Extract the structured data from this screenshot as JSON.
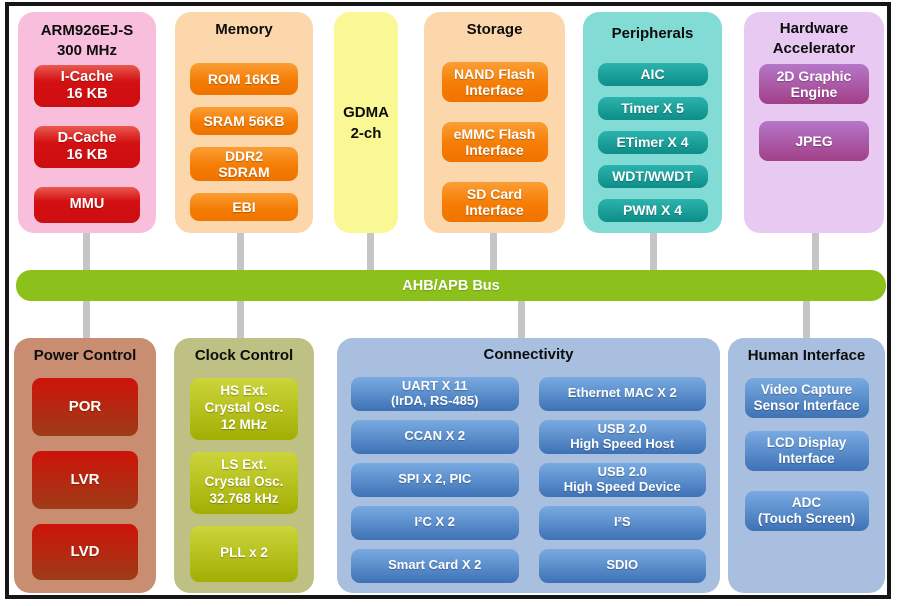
{
  "diagram": {
    "cpu": {
      "title": "ARM926EJ-S\n300 MHz",
      "blocks": [
        {
          "label": "I-Cache\n16 KB"
        },
        {
          "label": "D-Cache\n16 KB"
        },
        {
          "label": "MMU"
        }
      ]
    },
    "memory": {
      "title": "Memory",
      "blocks": [
        {
          "label": "ROM 16KB"
        },
        {
          "label": "SRAM 56KB"
        },
        {
          "label": "DDR2\nSDRAM"
        },
        {
          "label": "EBI"
        }
      ]
    },
    "gdma": {
      "label": "GDMA\n2-ch"
    },
    "storage": {
      "title": "Storage",
      "blocks": [
        {
          "label": "NAND Flash\nInterface"
        },
        {
          "label": "eMMC Flash\nInterface"
        },
        {
          "label": "SD Card\nInterface"
        }
      ]
    },
    "peripherals": {
      "title": "Peripherals",
      "blocks": [
        {
          "label": "AIC"
        },
        {
          "label": "Timer X 5"
        },
        {
          "label": "ETimer X 4"
        },
        {
          "label": "WDT/WWDT"
        },
        {
          "label": "PWM X 4"
        }
      ]
    },
    "hw_accel": {
      "title": "Hardware\nAccelerator",
      "blocks": [
        {
          "label": "2D Graphic\nEngine"
        },
        {
          "label": "JPEG"
        }
      ]
    },
    "bus": {
      "label": "AHB/APB Bus"
    },
    "power": {
      "title": "Power Control",
      "blocks": [
        {
          "label": "POR"
        },
        {
          "label": "LVR"
        },
        {
          "label": "LVD"
        }
      ]
    },
    "clock": {
      "title": "Clock Control",
      "blocks": [
        {
          "label": "HS Ext.\nCrystal Osc.\n12 MHz"
        },
        {
          "label": "LS Ext.\nCrystal Osc.\n32.768 kHz"
        },
        {
          "label": "PLL x 2"
        }
      ]
    },
    "connectivity": {
      "title": "Connectivity",
      "left": [
        {
          "label": "UART X 11\n(IrDA, RS-485)"
        },
        {
          "label": "CCAN X 2"
        },
        {
          "label": "SPI X 2, PIC"
        },
        {
          "label": "I²C X 2"
        },
        {
          "label": "Smart Card X 2"
        }
      ],
      "right": [
        {
          "label": "Ethernet MAC X 2"
        },
        {
          "label": "USB 2.0\nHigh Speed Host"
        },
        {
          "label": "USB 2.0\nHigh Speed Device"
        },
        {
          "label": "I²S"
        },
        {
          "label": "SDIO"
        }
      ]
    },
    "human": {
      "title": "Human Interface",
      "blocks": [
        {
          "label": "Video Capture\nSensor Interface"
        },
        {
          "label": "LCD Display\nInterface"
        },
        {
          "label": "ADC\n(Touch Screen)"
        }
      ]
    }
  },
  "palette": {
    "cpu_container": "#f8bedb",
    "cpu_chip": "#d31012",
    "memory_container": "#fbd7ab",
    "memory_chip": "#f57d05",
    "gdma_container": "#faf795",
    "peripherals_container": "#83dbd5",
    "peripherals_chip": "#149e98",
    "hw_container": "#e8c9f2",
    "hw_chip": "#a956a0",
    "bus": "#8cc11c",
    "power_container": "#c98e72",
    "power_chip": "#b52f10",
    "clock_container": "#bfc083",
    "clock_chip": "#b3bd1b",
    "connectivity_container": "#a8bfe0",
    "connectivity_chip": "#5589c7",
    "connector_line": "#c5c5c5",
    "frame_border": "#161616"
  }
}
